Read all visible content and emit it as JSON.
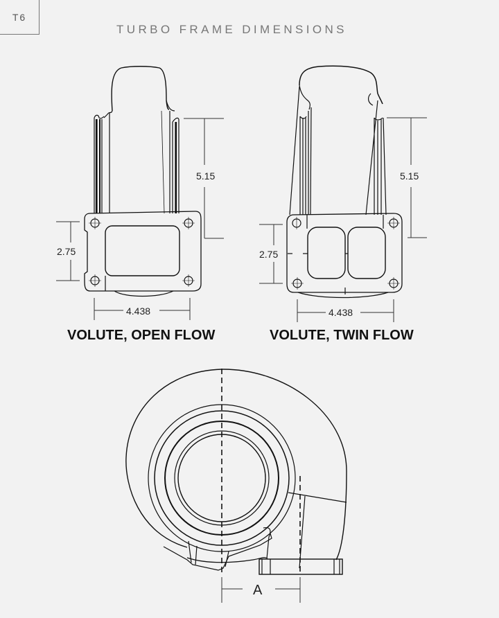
{
  "header": {
    "badge": "T6",
    "title": "TURBO FRAME DIMENSIONS"
  },
  "figures": {
    "open_flow": {
      "caption": "VOLUTE, OPEN FLOW",
      "height_dim": "5.15",
      "flange_height_dim": "2.75",
      "flange_width_dim": "4.438"
    },
    "twin_flow": {
      "caption": "VOLUTE, TWIN FLOW",
      "height_dim": "5.15",
      "flange_height_dim": "2.75",
      "flange_width_dim": "4.438"
    },
    "side_view": {
      "offset_dim": "A"
    }
  },
  "colors": {
    "background": "#f2f2f2",
    "line": "#111111",
    "title_text": "#777777"
  }
}
